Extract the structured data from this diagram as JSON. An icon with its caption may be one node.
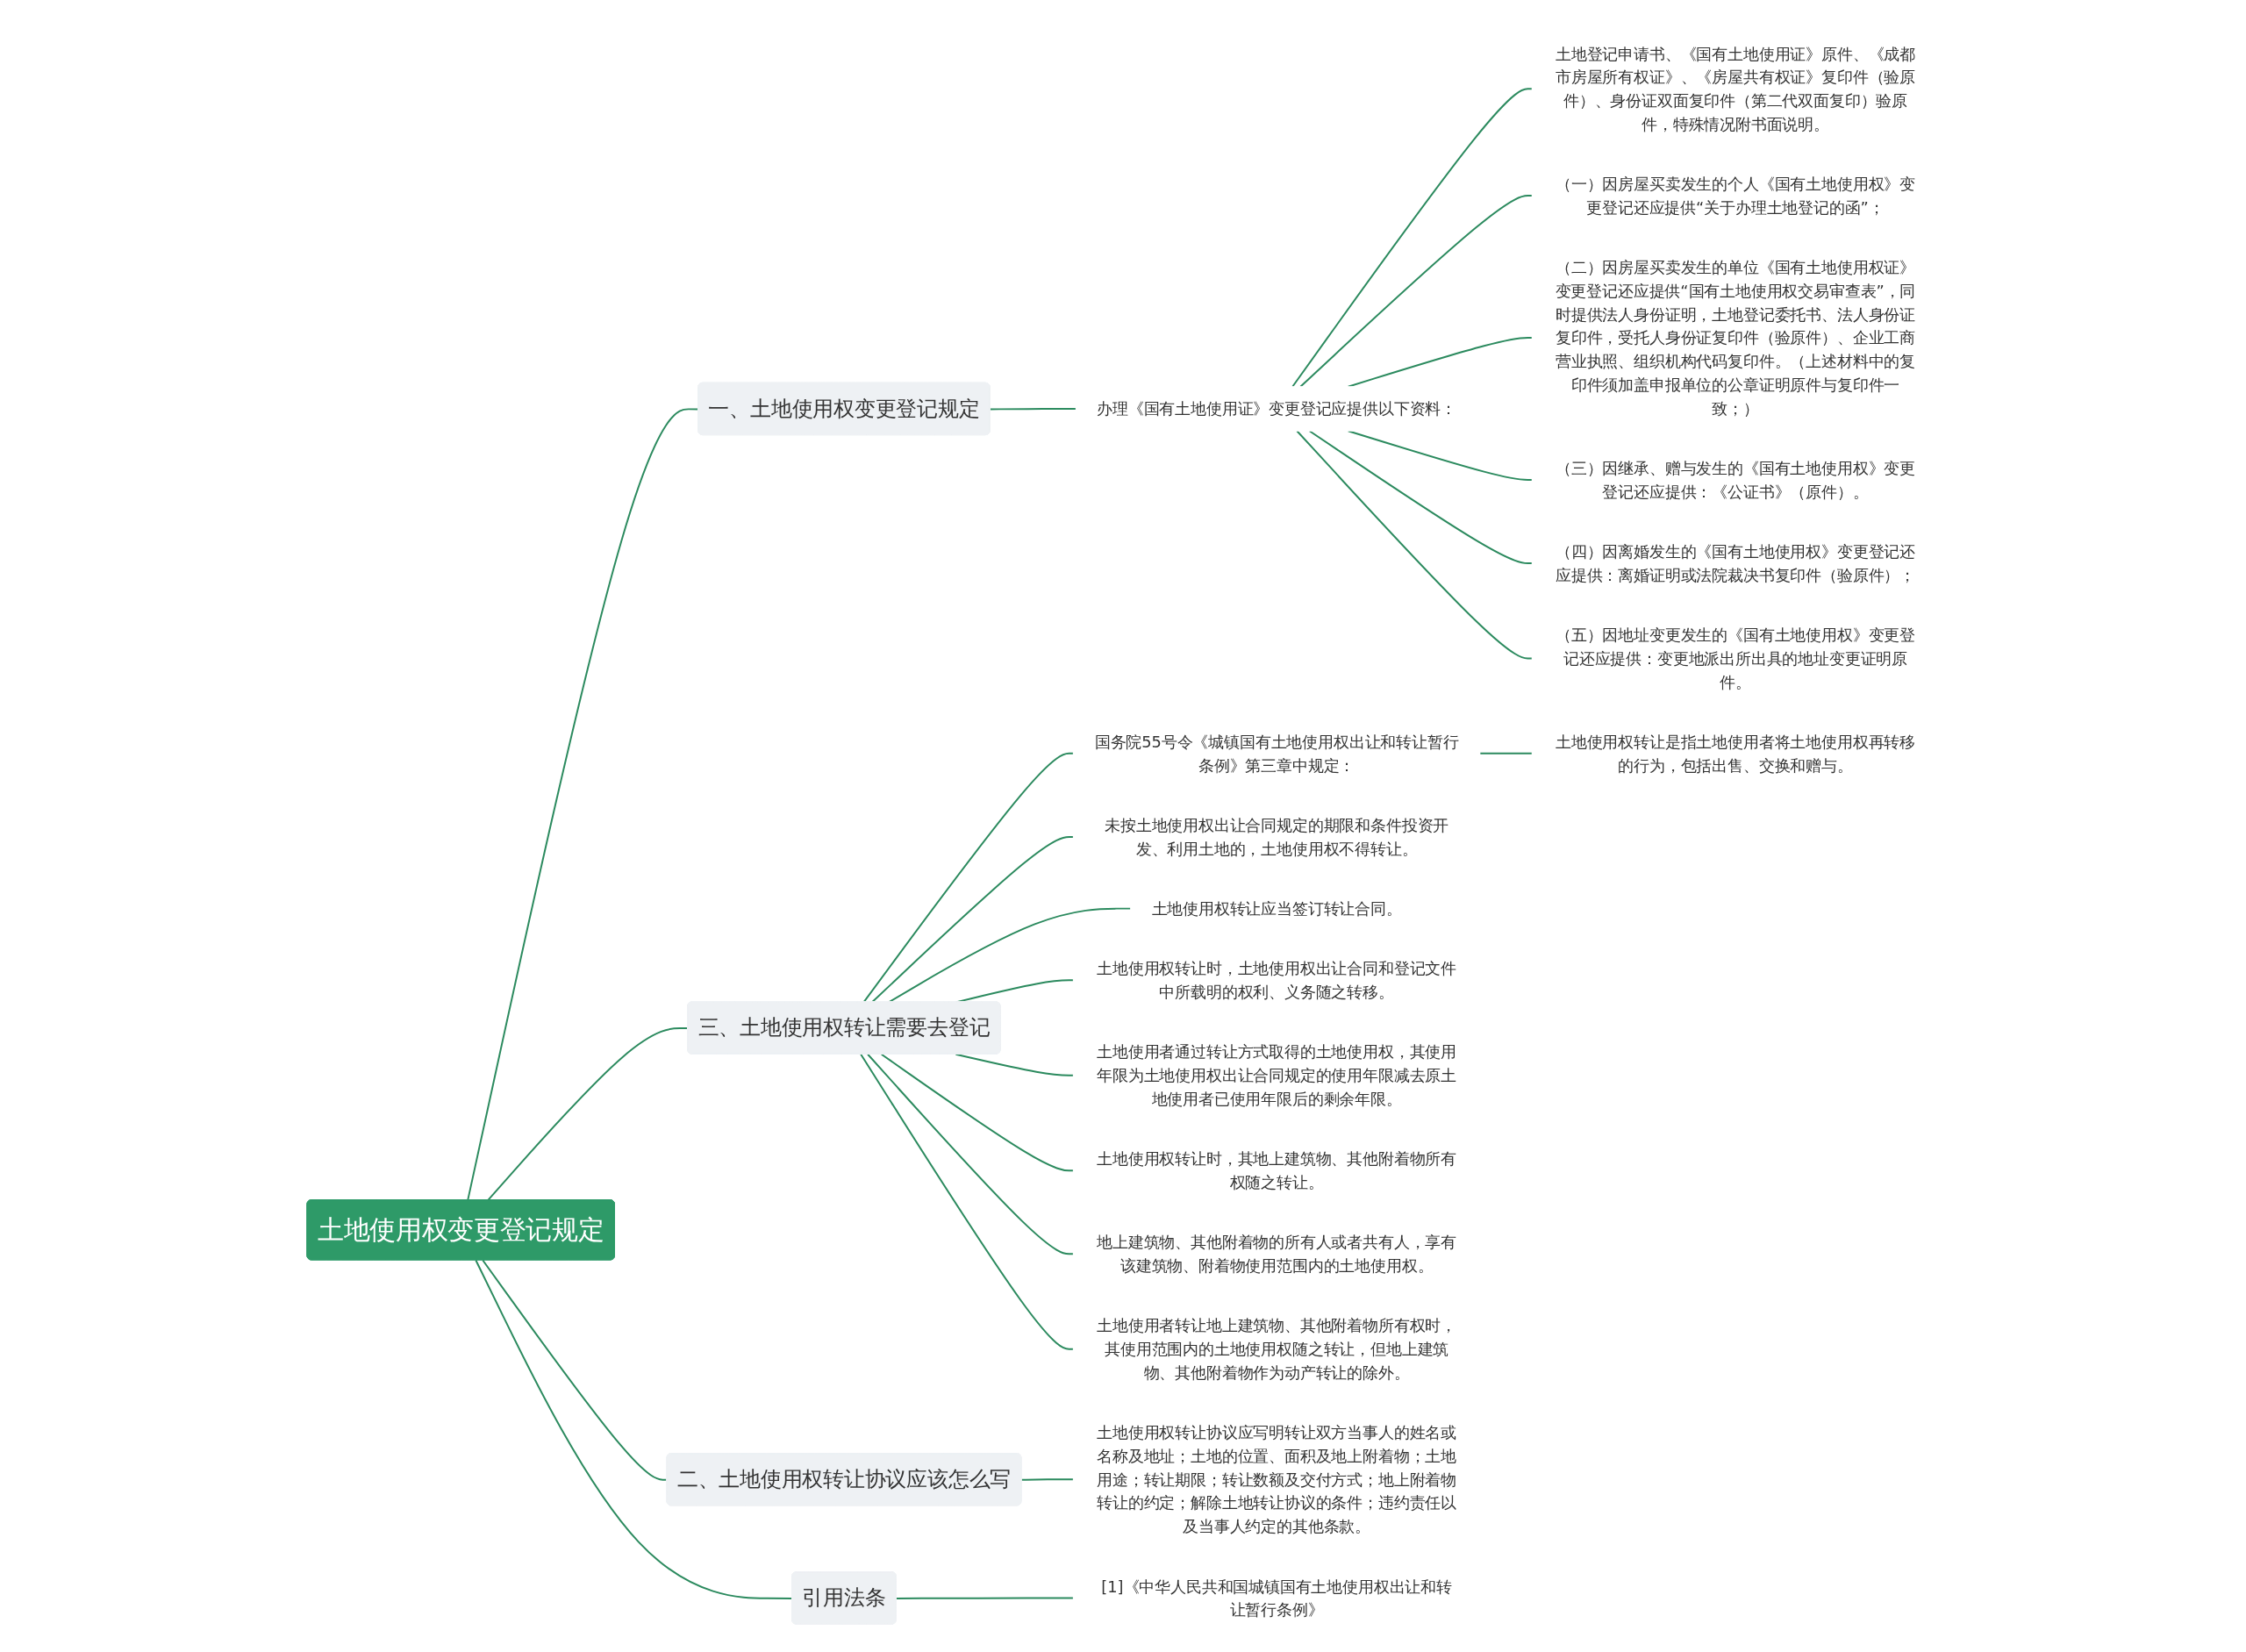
{
  "diagram": {
    "nodes": [
      {
        "text": [
          "土地使用权变更登记规定"
        ]
      },
      {
        "text": [
          "一、土地使用权变更登记规定"
        ]
      },
      {
        "text": [
          "办理《国有土地使用证》变更登记应提供以下资料："
        ]
      },
      {
        "text": [
          "土地登记申请书、《国有土地使用证》原件、《成都市房屋所有权证》、《房屋共有权证》复印件（验原件）、身份证双面复印件（第二代双面复印）验原件，特殊情况附书面说明。"
        ]
      },
      {
        "text": [
          "（一）因房屋买卖发生的个人《国有土地使用权》变更登记还应提供“关于办理土地登记的函”；"
        ]
      },
      {
        "text": [
          "（二）因房屋买卖发生的单位《国有土地使用权证》变更登记还应提供“国有土地使用权交易审查表”，同时提供法人身份证明，土地登记委托书、法人身份证复印件，受托人身份证复印件（验原件）、企业工商营业执照、组织机构代码复印件。（上述材料中的复印件须加盖申报单位的公章证明原件与复印件一致；）"
        ]
      },
      {
        "text": [
          "（三）因继承、赠与发生的《国有土地使用权》变更登记还应提供：《公证书》（原件）。"
        ]
      },
      {
        "text": [
          "（四）因离婚发生的《国有土地使用权》变更登记还应提供：离婚证明或法院裁决书复印件（验原件）；"
        ]
      },
      {
        "text": [
          "（五）因地址变更发生的《国有土地使用权》变更登记还应提供：变更地派出所出具的地址变更证明原件。"
        ]
      },
      {
        "text": [
          "三、土地使用权转让需要去登记"
        ]
      },
      {
        "text": [
          "国务院55号令《城镇国有土地使用权出让和转让暂行条例》第三章中规定："
        ]
      },
      {
        "text": [
          "土地使用权转让是指土地使用者将土地使用权再转移的行为，包括出售、交换和赠与。"
        ]
      },
      {
        "text": [
          "未按土地使用权出让合同规定的期限和条件投资开发、利用土地的，土地使用权不得转让。"
        ]
      },
      {
        "text": [
          "土地使用权转让应当签订转让合同。"
        ]
      },
      {
        "text": [
          "土地使用权转让时，土地使用权出让合同和登记文件中所载明的权利、义务随之转移。"
        ]
      },
      {
        "text": [
          "土地使用者通过转让方式取得的土地使用权，其使用年限为土地使用权出让合同规定的使用年限减去原土地使用者已使用年限后的剩余年限。"
        ]
      },
      {
        "text": [
          "土地使用权转让时，其地上建筑物、其他附着物所有权随之转让。"
        ]
      },
      {
        "text": [
          "地上建筑物、其他附着物的所有人或者共有人，享有该建筑物、附着物使用范围内的土地使用权。"
        ]
      },
      {
        "text": [
          "土地使用者转让地上建筑物、其他附着物所有权时，其使用范围内的土地使用权随之转让，但地上建筑物、其他附着物作为动产转让的除外。"
        ]
      },
      {
        "text": [
          "二、土地使用权转让协议应该怎么写"
        ]
      },
      {
        "text": [
          "土地使用权转让协议应写明转让双方当事人的姓名或名称及地址；土地的位置、面积及地上附着物；土地用途；转让期限；转让数额及交付方式；地上附着物转让的约定；解除土地转让协议的条件；违约责任以及当事人约定的其他条款。"
        ]
      },
      {
        "text": [
          "引用法条"
        ]
      },
      {
        "text": [
          "[1]《中华人民共和国城镇国有土地使用权出让和转让暂行条例》"
        ]
      }
    ],
    "edges": [
      {
        "from": 0,
        "to": 1,
        "arrow": "none"
      },
      {
        "from": 1,
        "to": 2,
        "arrow": "none"
      },
      {
        "from": 2,
        "to": 3,
        "arrow": "none"
      },
      {
        "from": 2,
        "to": 4,
        "arrow": "none"
      },
      {
        "from": 2,
        "to": 5,
        "arrow": "none"
      },
      {
        "from": 2,
        "to": 6,
        "arrow": "none"
      },
      {
        "from": 2,
        "to": 7,
        "arrow": "none"
      },
      {
        "from": 2,
        "to": 8,
        "arrow": "none"
      },
      {
        "from": 0,
        "to": 9,
        "arrow": "none"
      },
      {
        "from": 9,
        "to": 10,
        "arrow": "none"
      },
      {
        "from": 10,
        "to": 11,
        "arrow": "none"
      },
      {
        "from": 9,
        "to": 12,
        "arrow": "none"
      },
      {
        "from": 9,
        "to": 13,
        "arrow": "none"
      },
      {
        "from": 9,
        "to": 14,
        "arrow": "none"
      },
      {
        "from": 9,
        "to": 15,
        "arrow": "none"
      },
      {
        "from": 9,
        "to": 16,
        "arrow": "none"
      },
      {
        "from": 9,
        "to": 17,
        "arrow": "none"
      },
      {
        "from": 9,
        "to": 18,
        "arrow": "none"
      },
      {
        "from": 0,
        "to": 19,
        "arrow": "none"
      },
      {
        "from": 19,
        "to": 20,
        "arrow": "none"
      },
      {
        "from": 0,
        "to": 21,
        "arrow": "none"
      },
      {
        "from": 21,
        "to": 22,
        "arrow": "none"
      }
    ]
  }
}
